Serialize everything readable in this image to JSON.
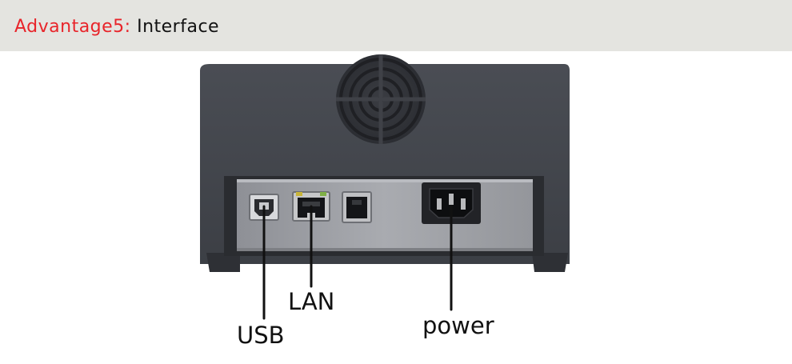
{
  "header": {
    "prefix": "Advantage5:",
    "title": "Interface"
  },
  "labels": {
    "usb": "USB",
    "lan": "LAN",
    "power": "power"
  },
  "colors": {
    "prefix_color": "#e8242a",
    "header_background": "#e4e4e0"
  }
}
